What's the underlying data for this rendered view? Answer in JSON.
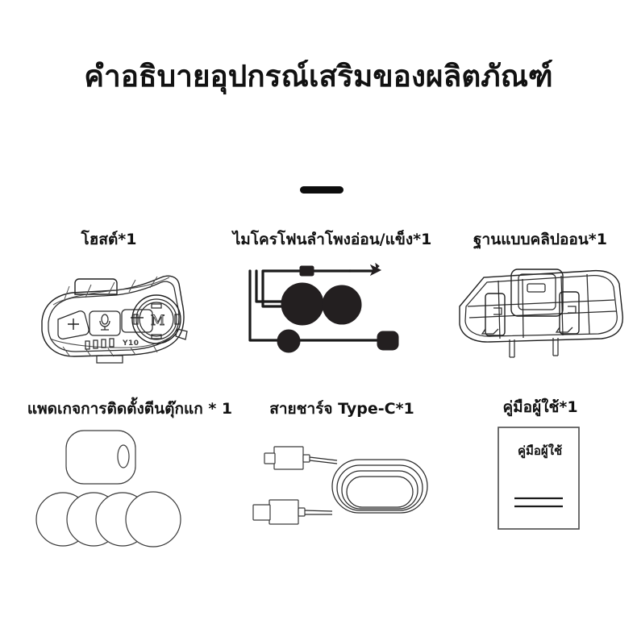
{
  "page": {
    "title": "คำอธิบายอุปกรณ์เสริมของผลิตภัณฑ์",
    "background_color": "#ffffff",
    "text_color": "#111111",
    "divider_color": "#0d0d0d"
  },
  "items": [
    {
      "id": "host",
      "label": "โฮสต์*1",
      "art_name": "bluetooth-headset-host-illustration",
      "device": {
        "model_text": "Y10",
        "dial_logo": "M",
        "buttons": [
          "+",
          "mic",
          "−"
        ],
        "led_count": 4
      }
    },
    {
      "id": "mic-speaker",
      "label": "ไมโครโฟนลำโพงอ่อน/แข็ง*1",
      "art_name": "speaker-microphone-set-illustration",
      "parts": {
        "speakers": 2,
        "microphones": 2,
        "connector": 1
      }
    },
    {
      "id": "clip-base",
      "label": "ฐานแบบคลิปออน*1",
      "art_name": "clip-on-mount-base-illustration"
    },
    {
      "id": "velcro-pads",
      "label": "แพดเกจการติดตั้งตีนตุ๊กแก * 1",
      "art_name": "velcro-adhesive-pads-illustration",
      "parts": {
        "square_pad": 1,
        "round_pads": 4
      }
    },
    {
      "id": "charging-cable",
      "label": "สายชาร์จ Type-C*1",
      "art_name": "type-c-charging-cable-illustration"
    },
    {
      "id": "user-manual",
      "label": "คู่มือผู้ใช้*1",
      "art_name": "user-manual-booklet-illustration",
      "booklet": {
        "cover_text": "คู่มือผู้ใช้",
        "rule_lines": 2
      }
    }
  ]
}
